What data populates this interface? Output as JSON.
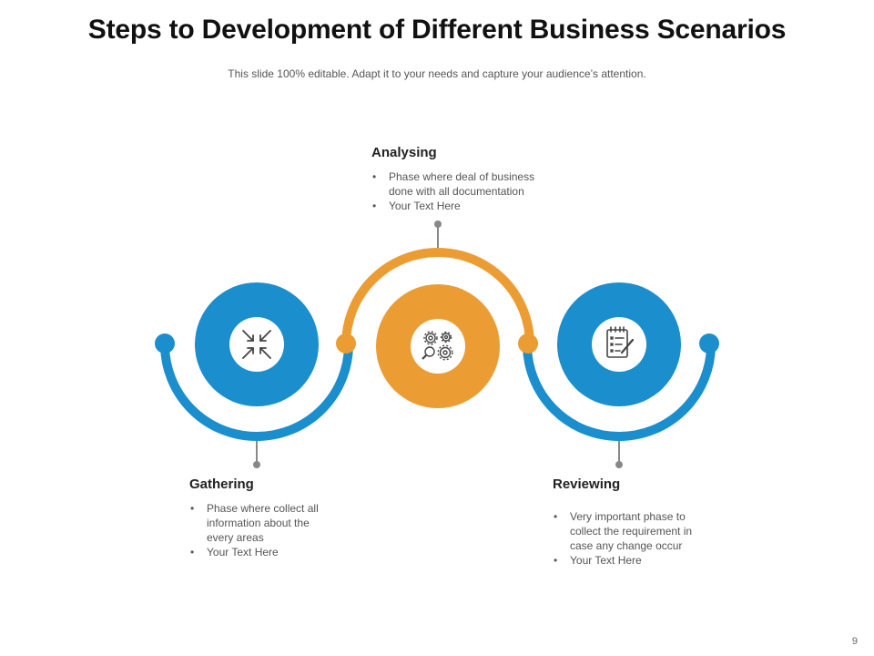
{
  "title": "Steps to Development of Different Business Scenarios",
  "subtitle": "This slide 100% editable. Adapt it to your needs and capture your audience’s attention.",
  "colors": {
    "blue": "#1b8fcd",
    "orange": "#eb9d34",
    "connector": "#888888"
  },
  "steps": [
    {
      "heading": "Gathering",
      "color": "blue",
      "icon": "arrows-inward-icon",
      "bullets": [
        "Phase where collect all information about the every areas",
        "Your Text Here"
      ]
    },
    {
      "heading": "Analysing",
      "color": "orange",
      "icon": "gears-magnifier-icon",
      "bullets": [
        "Phase where deal of business done with all documentation",
        "Your Text Here"
      ]
    },
    {
      "heading": "Reviewing",
      "color": "blue",
      "icon": "checklist-icon",
      "bullets": [
        "Very important phase to collect the requirement  in case any change occur",
        "Your Text Here"
      ]
    }
  ],
  "page_number": "9"
}
